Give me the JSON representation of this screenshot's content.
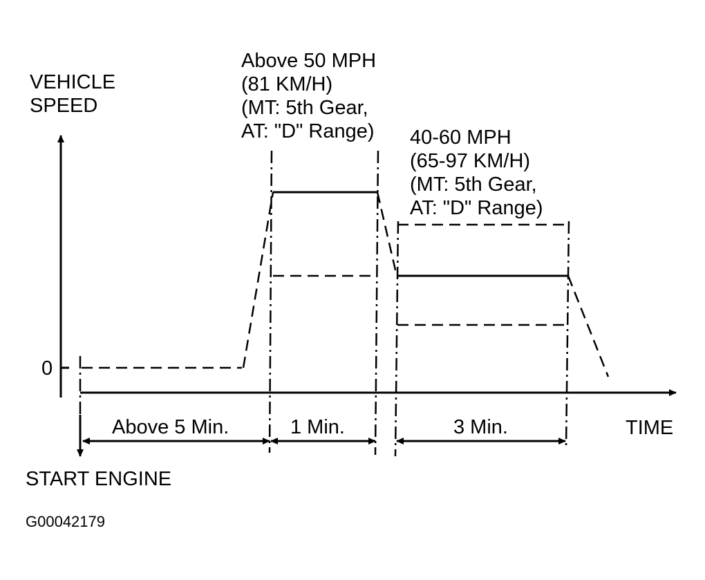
{
  "y_axis_label": [
    "VEHICLE",
    "SPEED"
  ],
  "zero_label": "0",
  "x_axis_label": "TIME",
  "start_label": "START ENGINE",
  "stage1_label": [
    "Above 50 MPH",
    "(81 KM/H)",
    "(MT: 5th Gear,",
    "AT: \"D\" Range)"
  ],
  "stage2_label": [
    "40-60 MPH",
    "(65-97 KM/H)",
    "(MT: 5th Gear,",
    "AT: \"D\" Range)"
  ],
  "durations": {
    "warmup": "Above 5 Min.",
    "cruise_high": "1 Min.",
    "cruise_range": "3 Min."
  },
  "figure_id": "G00042179"
}
